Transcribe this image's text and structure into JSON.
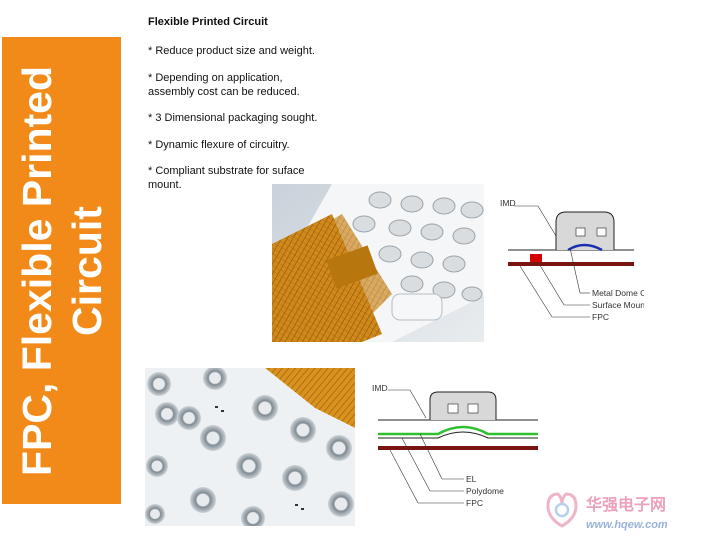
{
  "sidebar": {
    "line1": "FPC, Flexible Printed",
    "line2": "Circuit"
  },
  "content": {
    "title": "Flexible Printed Circuit",
    "bullets": [
      "* Reduce product size and weight.",
      "* Depending on application, assembly cost can be reduced.",
      "* 3 Dimensional packaging sought.",
      "* Dynamic flexure of circuitry.",
      "* Compliant substrate for suface mount."
    ]
  },
  "diagram1": {
    "labels": {
      "imd": "IMD",
      "dome": "Metal Dome Overlay",
      "led": "Surface Mount LED",
      "fpc": "FPC"
    }
  },
  "diagram2": {
    "labels": {
      "imd": "IMD",
      "el": "EL",
      "polydome": "Polydome",
      "fpc": "FPC"
    }
  },
  "watermark": {
    "cn": "华强电子网",
    "url": "www.hqew.com"
  },
  "colors": {
    "accent": "#f28a19",
    "fpc": "#7a1414",
    "led": "#d40000",
    "dome": "#1a2fb0",
    "el": "#2fbf2f"
  }
}
